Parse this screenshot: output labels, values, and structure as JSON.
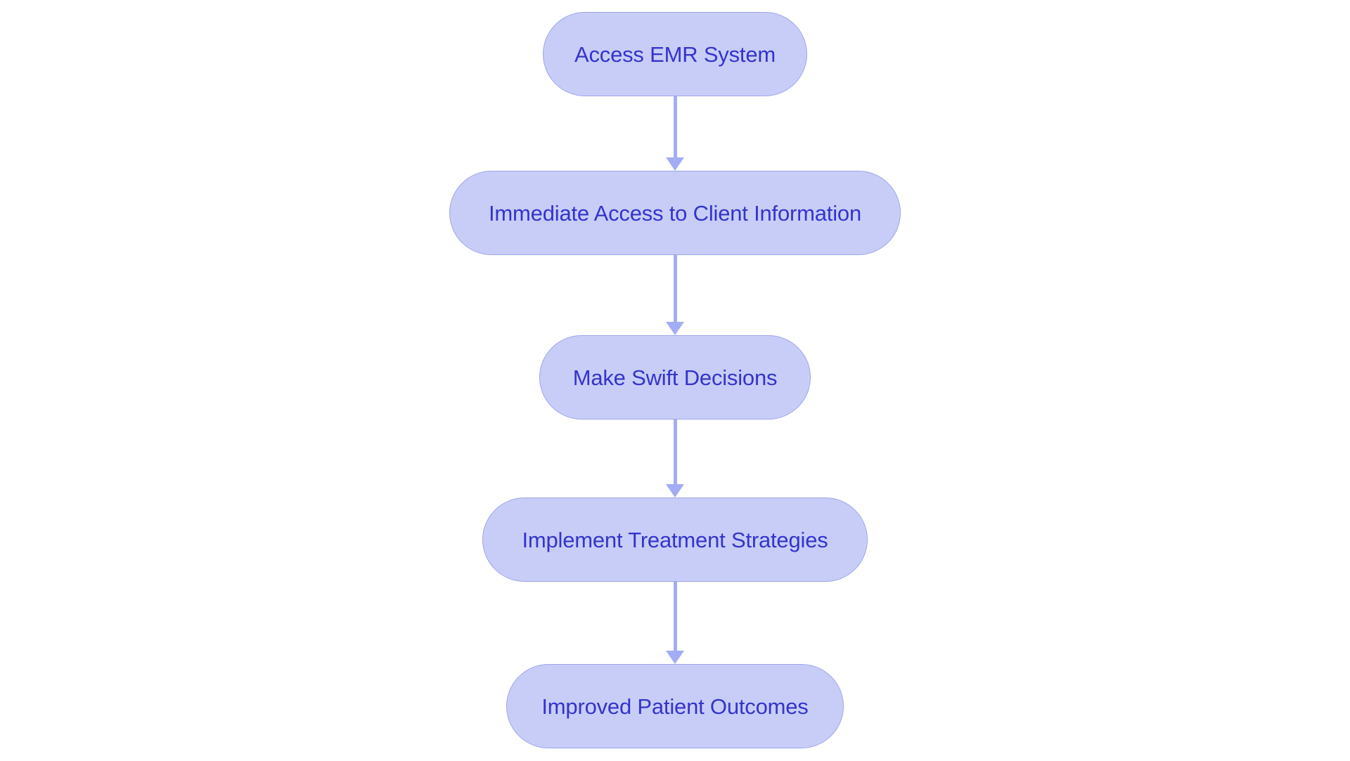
{
  "diagram": {
    "type": "flowchart",
    "orientation": "vertical-top-to-bottom",
    "background_color": "#ffffff",
    "node_fill_color": "#c8cdf8",
    "node_border_color": "#9ca6e9",
    "node_text_color": "#3434cc",
    "connector_color": "#a3adf5",
    "nodes": [
      {
        "id": "node-1",
        "label": "Access EMR System"
      },
      {
        "id": "node-2",
        "label": "Immediate Access to Client Information"
      },
      {
        "id": "node-3",
        "label": "Make Swift Decisions"
      },
      {
        "id": "node-4",
        "label": "Implement Treatment Strategies"
      },
      {
        "id": "node-5",
        "label": "Improved Patient Outcomes"
      }
    ],
    "edges": [
      {
        "id": "edge-1",
        "from": "node-1",
        "to": "node-2",
        "arrow": "down"
      },
      {
        "id": "edge-2",
        "from": "node-2",
        "to": "node-3",
        "arrow": "down"
      },
      {
        "id": "edge-3",
        "from": "node-3",
        "to": "node-4",
        "arrow": "down"
      },
      {
        "id": "edge-4",
        "from": "node-4",
        "to": "node-5",
        "arrow": "down"
      }
    ]
  }
}
